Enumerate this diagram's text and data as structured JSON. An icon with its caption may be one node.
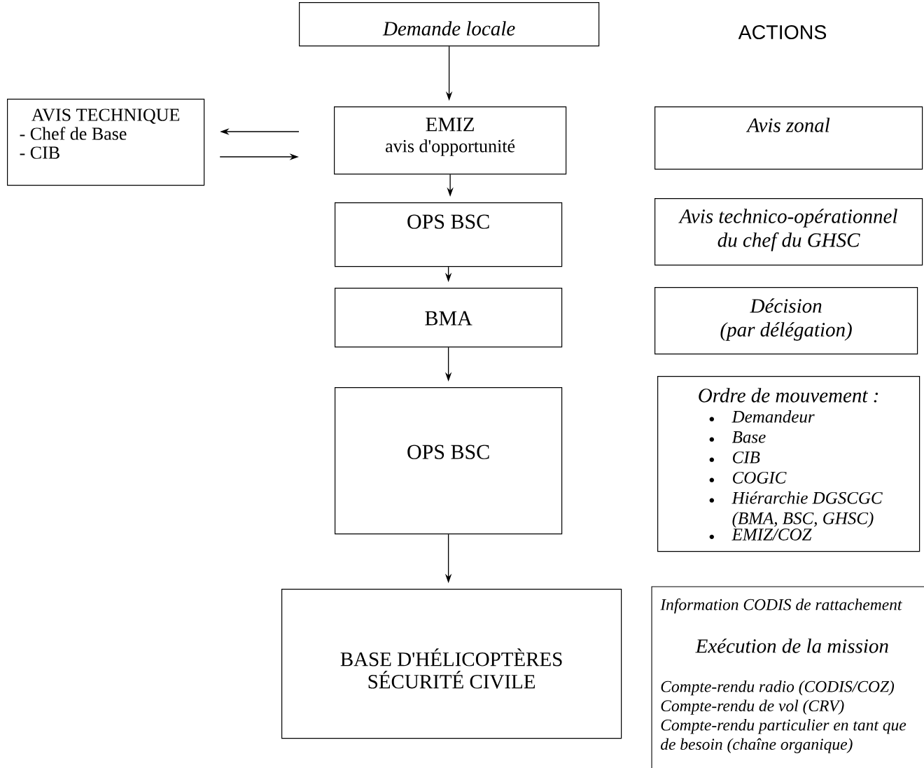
{
  "diagram": {
    "nodes": [
      {
        "text": [
          "Demande locale"
        ]
      },
      {
        "text": [
          "AVIS TECHNIQUE",
          "- Chef de Base",
          "- CIB"
        ]
      },
      {
        "text": [
          "EMIZ",
          "avis d'opportunité"
        ]
      },
      {
        "text": [
          "OPS BSC"
        ]
      },
      {
        "text": [
          "BMA"
        ]
      },
      {
        "text": [
          "OPS BSC"
        ]
      },
      {
        "text": [
          "BASE D'HÉLICOPTÈRES SÉCURITÉ CIVILE"
        ]
      },
      {
        "text": [
          "Avis zonal"
        ]
      },
      {
        "text": [
          "Avis technico-opérationnel du chef du GHSC"
        ]
      },
      {
        "text": [
          "Décision (par délégation)"
        ]
      },
      {
        "text": [
          "Ordre de mouvement :",
          "Demandeur",
          "Base",
          "CIB",
          "COGIC",
          "Hiérarchie DGSCGC (BMA, BSC, GHSC)",
          "EMIZ/COZ"
        ]
      },
      {
        "text": [
          "Information CODIS de rattachement",
          "Exécution de la mission",
          "Compte-rendu radio (CODIS/COZ)",
          "Compte-rendu de vol (CRV)",
          "Compte-rendu particulier en tant que de besoin (chaîne organique)"
        ]
      }
    ],
    "edges": [
      {
        "from": 0,
        "to": 2,
        "arrow": "to"
      },
      {
        "from": 2,
        "to": 1,
        "arrow": "to"
      },
      {
        "from": 1,
        "to": 2,
        "arrow": "to"
      },
      {
        "from": 2,
        "to": 3,
        "arrow": "to"
      },
      {
        "from": 3,
        "to": 4,
        "arrow": "to"
      },
      {
        "from": 4,
        "to": 5,
        "arrow": "to"
      },
      {
        "from": 5,
        "to": 6,
        "arrow": "to"
      }
    ],
    "labels": [
      "ACTIONS"
    ]
  }
}
